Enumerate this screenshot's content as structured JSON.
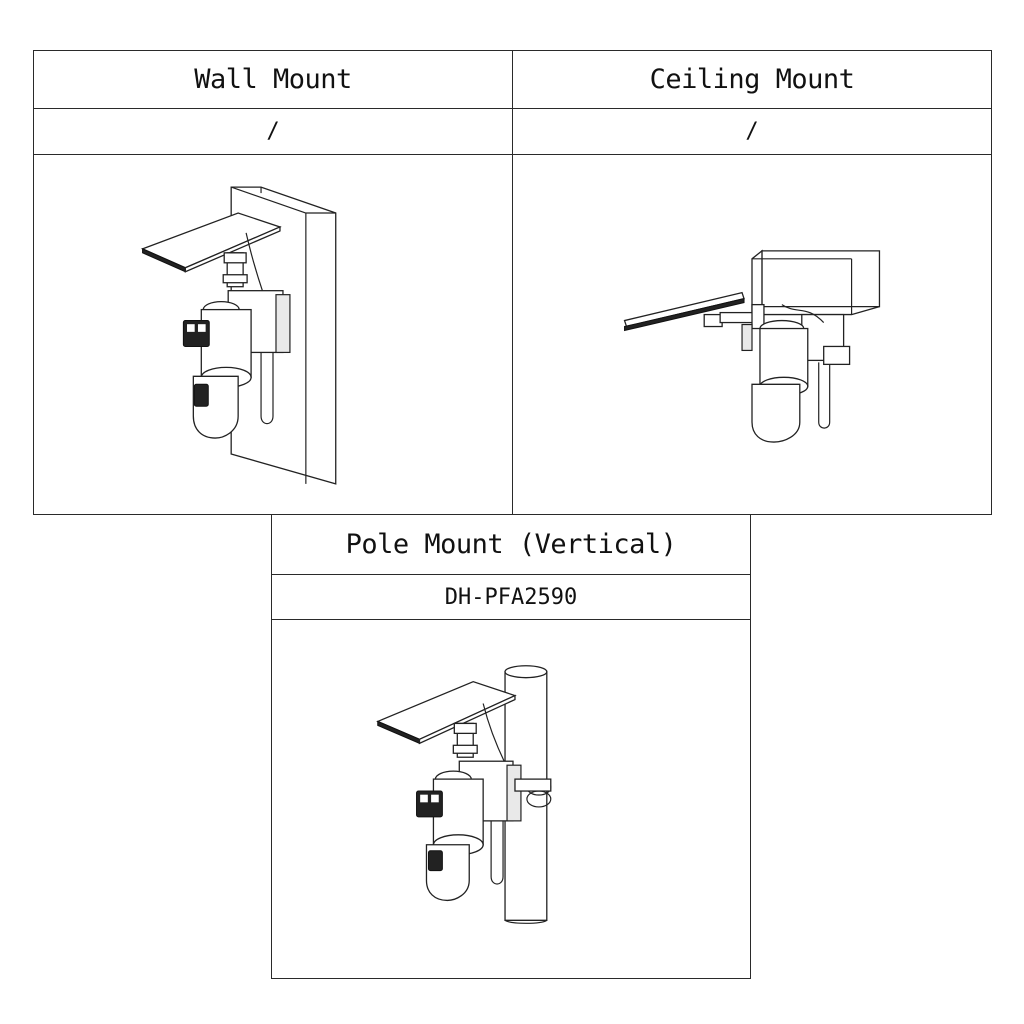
{
  "panels": [
    {
      "title": "Wall Mount",
      "model": "/"
    },
    {
      "title": "Ceiling Mount",
      "model": "/"
    },
    {
      "title": "Pole Mount (Vertical)",
      "model": "DH-PFA2590"
    }
  ],
  "icons": [
    "solar-panel-icon",
    "ptz-camera-icon",
    "wall-icon",
    "ceiling-block-icon",
    "pole-icon"
  ]
}
